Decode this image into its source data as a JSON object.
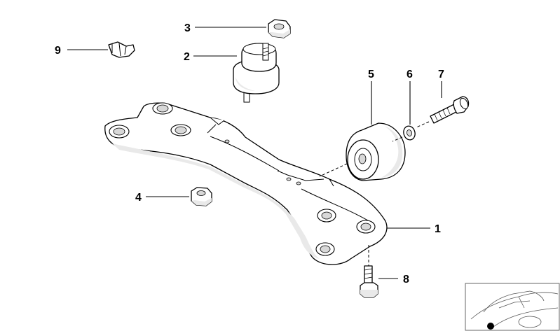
{
  "diagram": {
    "callouts": [
      {
        "id": "1",
        "label": "1"
      },
      {
        "id": "2",
        "label": "2"
      },
      {
        "id": "3",
        "label": "3"
      },
      {
        "id": "4",
        "label": "4"
      },
      {
        "id": "5",
        "label": "5"
      },
      {
        "id": "6",
        "label": "6"
      },
      {
        "id": "7",
        "label": "7"
      },
      {
        "id": "8",
        "label": "8"
      },
      {
        "id": "9",
        "label": "9"
      }
    ],
    "colors": {
      "line": "#000000",
      "shade": "#e9e9e9",
      "background": "#ffffff"
    },
    "icons": [
      "transmission-crossmember",
      "transmission-mount",
      "hex-nut",
      "self-locking-nut",
      "rubber-bushing",
      "washer",
      "bolt",
      "hex-bolt",
      "spring-clip",
      "vehicle-location-thumbnail"
    ]
  }
}
